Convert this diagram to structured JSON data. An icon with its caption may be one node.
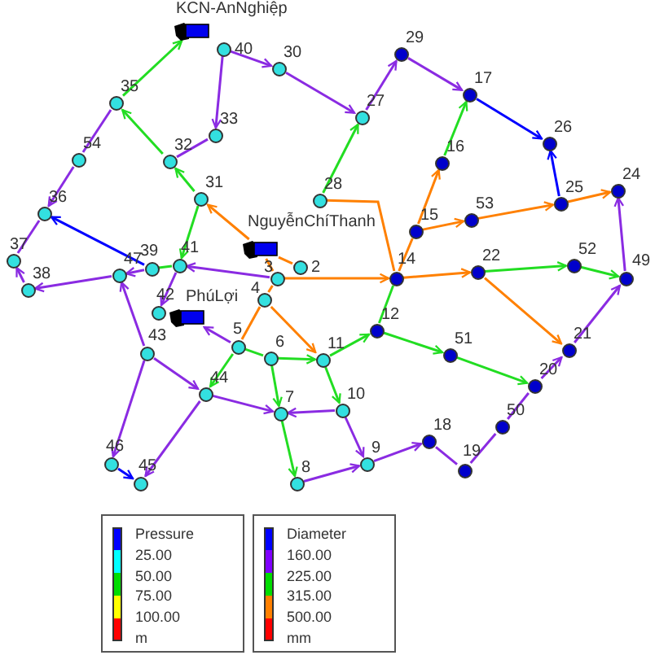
{
  "diagram": {
    "nodes": [
      {
        "text": [
          "KCN-AnNghiệp"
        ]
      },
      {
        "text": [
          "40"
        ]
      },
      {
        "text": [
          "30"
        ]
      },
      {
        "text": [
          "27"
        ]
      },
      {
        "text": [
          "29"
        ]
      },
      {
        "text": [
          "17"
        ]
      },
      {
        "text": [
          "26"
        ]
      },
      {
        "text": [
          "16"
        ]
      },
      {
        "text": [
          "25"
        ]
      },
      {
        "text": [
          "24"
        ]
      },
      {
        "text": [
          "53"
        ]
      },
      {
        "text": [
          "15"
        ]
      },
      {
        "text": [
          "28"
        ]
      },
      {
        "text": [
          "35"
        ]
      },
      {
        "text": [
          "33"
        ]
      },
      {
        "text": [
          "32"
        ]
      },
      {
        "text": [
          "31"
        ]
      },
      {
        "text": [
          "54"
        ]
      },
      {
        "text": [
          "36"
        ]
      },
      {
        "text": [
          "37"
        ]
      },
      {
        "text": [
          "38"
        ]
      },
      {
        "text": [
          "47"
        ]
      },
      {
        "text": [
          "39"
        ]
      },
      {
        "text": [
          "41"
        ]
      },
      {
        "text": [
          "NguyễnChíThanh"
        ]
      },
      {
        "text": [
          "2"
        ]
      },
      {
        "text": [
          "3"
        ]
      },
      {
        "text": [
          "4"
        ]
      },
      {
        "text": [
          "14"
        ]
      },
      {
        "text": [
          "22"
        ]
      },
      {
        "text": [
          "52"
        ]
      },
      {
        "text": [
          "49"
        ]
      },
      {
        "text": [
          "PhúLợi"
        ]
      },
      {
        "text": [
          "42"
        ]
      },
      {
        "text": [
          "5"
        ]
      },
      {
        "text": [
          "6"
        ]
      },
      {
        "text": [
          "11"
        ]
      },
      {
        "text": [
          "12"
        ]
      },
      {
        "text": [
          "51"
        ]
      },
      {
        "text": [
          "21"
        ]
      },
      {
        "text": [
          "20"
        ]
      },
      {
        "text": [
          "43"
        ]
      },
      {
        "text": [
          "44"
        ]
      },
      {
        "text": [
          "7"
        ]
      },
      {
        "text": [
          "10"
        ]
      },
      {
        "text": [
          "50"
        ]
      },
      {
        "text": [
          "18"
        ]
      },
      {
        "text": [
          "9"
        ]
      },
      {
        "text": [
          "19"
        ]
      },
      {
        "text": [
          "8"
        ]
      },
      {
        "text": [
          "46"
        ]
      },
      {
        "text": [
          "45"
        ]
      }
    ],
    "edges": [
      {
        "from": 13,
        "to": 0,
        "arrow": "to",
        "color": "#22dd22"
      },
      {
        "from": 1,
        "to": 2,
        "arrow": "to"
      },
      {
        "from": 2,
        "to": 3,
        "arrow": "to"
      },
      {
        "from": 3,
        "to": 4,
        "arrow": "to"
      },
      {
        "from": 4,
        "to": 5,
        "arrow": "to"
      },
      {
        "from": 5,
        "to": 6,
        "arrow": "to",
        "color": "#0000ff"
      },
      {
        "from": 8,
        "to": 6,
        "arrow": "to",
        "color": "#0000ff"
      },
      {
        "from": 7,
        "to": 5,
        "arrow": "to",
        "color": "#22dd22"
      },
      {
        "from": 11,
        "to": 7,
        "arrow": "to",
        "color": "#ff8000"
      },
      {
        "from": 11,
        "to": 10,
        "arrow": "to",
        "color": "#ff8000"
      },
      {
        "from": 10,
        "to": 8,
        "arrow": "to",
        "color": "#ff8000"
      },
      {
        "from": 8,
        "to": 9,
        "arrow": "to",
        "color": "#ff8000"
      },
      {
        "from": 31,
        "to": 9,
        "arrow": "to"
      },
      {
        "from": 12,
        "to": 3,
        "arrow": "to",
        "color": "#22dd22"
      },
      {
        "from": 28,
        "to": 12,
        "arrow": "none",
        "color": "#ff8000"
      },
      {
        "from": 28,
        "to": 11,
        "arrow": "none",
        "color": "#ff8000"
      },
      {
        "from": 16,
        "to": 15,
        "arrow": "to",
        "color": "#22dd22"
      },
      {
        "from": 15,
        "to": 13,
        "arrow": "to",
        "color": "#22dd22"
      },
      {
        "from": 16,
        "to": 23,
        "arrow": "to",
        "color": "#22dd22"
      },
      {
        "from": 1,
        "to": 14,
        "arrow": "to"
      },
      {
        "from": 14,
        "to": 15,
        "arrow": "none"
      },
      {
        "from": 13,
        "to": 17,
        "arrow": "none"
      },
      {
        "from": 17,
        "to": 18,
        "arrow": "to"
      },
      {
        "from": 22,
        "to": 18,
        "arrow": "to",
        "color": "#0000ff"
      },
      {
        "from": 18,
        "to": 19,
        "arrow": "none"
      },
      {
        "from": 20,
        "to": 19,
        "arrow": "to"
      },
      {
        "from": 21,
        "to": 20,
        "arrow": "to"
      },
      {
        "from": 22,
        "to": 21,
        "arrow": "to"
      },
      {
        "from": 23,
        "to": 22,
        "arrow": "none",
        "color": "#22dd22"
      },
      {
        "from": 26,
        "to": 23,
        "arrow": "to"
      },
      {
        "from": 23,
        "to": 33,
        "arrow": "to"
      },
      {
        "from": 34,
        "to": 32,
        "arrow": "to"
      },
      {
        "from": 41,
        "to": 21,
        "arrow": "to"
      },
      {
        "from": 41,
        "to": 42,
        "arrow": "to"
      },
      {
        "from": 41,
        "to": 50,
        "arrow": "to"
      },
      {
        "from": 50,
        "to": 51,
        "arrow": "to",
        "color": "#0000ff"
      },
      {
        "from": 42,
        "to": 51,
        "arrow": "to"
      },
      {
        "from": 42,
        "to": 43,
        "arrow": "to"
      },
      {
        "from": 44,
        "to": 43,
        "arrow": "to"
      },
      {
        "from": 34,
        "to": 42,
        "arrow": "to",
        "color": "#22dd22"
      },
      {
        "from": 34,
        "to": 35,
        "arrow": "none",
        "color": "#22dd22"
      },
      {
        "from": 35,
        "to": 36,
        "arrow": "to",
        "color": "#22dd22"
      },
      {
        "from": 35,
        "to": 43,
        "arrow": "to",
        "color": "#22dd22"
      },
      {
        "from": 43,
        "to": 49,
        "arrow": "to",
        "color": "#22dd22"
      },
      {
        "from": 49,
        "to": 47,
        "arrow": "to"
      },
      {
        "from": 47,
        "to": 46,
        "arrow": "to"
      },
      {
        "from": 46,
        "to": 48,
        "arrow": "none"
      },
      {
        "from": 48,
        "to": 45,
        "arrow": "none"
      },
      {
        "from": 45,
        "to": 40,
        "arrow": "none"
      },
      {
        "from": 40,
        "to": 39,
        "arrow": "to"
      },
      {
        "from": 39,
        "to": 31,
        "arrow": "to"
      },
      {
        "from": 44,
        "to": 47,
        "arrow": "to"
      },
      {
        "from": 36,
        "to": 44,
        "arrow": "to",
        "color": "#22dd22"
      },
      {
        "from": 36,
        "to": 37,
        "arrow": "to",
        "color": "#22dd22"
      },
      {
        "from": 28,
        "to": 37,
        "arrow": "none",
        "color": "#22dd22"
      },
      {
        "from": 37,
        "to": 38,
        "arrow": "to",
        "color": "#22dd22"
      },
      {
        "from": 38,
        "to": 40,
        "arrow": "to",
        "color": "#22dd22"
      },
      {
        "from": 29,
        "to": 30,
        "arrow": "to",
        "color": "#22dd22"
      },
      {
        "from": 30,
        "to": 31,
        "arrow": "to",
        "color": "#22dd22"
      },
      {
        "from": 29,
        "to": 39,
        "arrow": "to",
        "color": "#ff8000"
      },
      {
        "from": 26,
        "to": 28,
        "arrow": "to",
        "color": "#ff8000"
      },
      {
        "from": 28,
        "to": 29,
        "arrow": "to",
        "color": "#ff8000"
      },
      {
        "from": 27,
        "to": 34,
        "arrow": "none",
        "color": "#ff8000"
      },
      {
        "from": 27,
        "to": 36,
        "arrow": "to",
        "color": "#ff8000"
      },
      {
        "from": 24,
        "to": 16,
        "arrow": "to",
        "color": "#ff8000"
      },
      {
        "from": 24,
        "to": 26,
        "arrow": "none",
        "color": "#ff8000"
      },
      {
        "from": 26,
        "to": 27,
        "arrow": "none",
        "color": "#ff8000"
      },
      {
        "from": 24,
        "to": 25,
        "arrow": "none",
        "color": "#ff8000"
      }
    ],
    "labels": [
      "Pressure",
      "Diameter"
    ],
    "legend": [
      {
        "text": "25.00",
        "color": "#0000ff"
      },
      {
        "text": "50.00",
        "color": "#00ffff"
      },
      {
        "text": "75.00",
        "color": "#00dd00"
      },
      {
        "text": "100.00",
        "color": "#ffff00"
      },
      {
        "text": "m",
        "color": "#ff0000"
      },
      {
        "text": "160.00",
        "color": "#0000ff"
      },
      {
        "text": "225.00",
        "color": "#8000ff"
      },
      {
        "text": "315.00",
        "color": "#00dd00"
      },
      {
        "text": "500.00",
        "color": "#ff8000"
      },
      {
        "text": "mm",
        "color": "#ff0000"
      }
    ]
  }
}
